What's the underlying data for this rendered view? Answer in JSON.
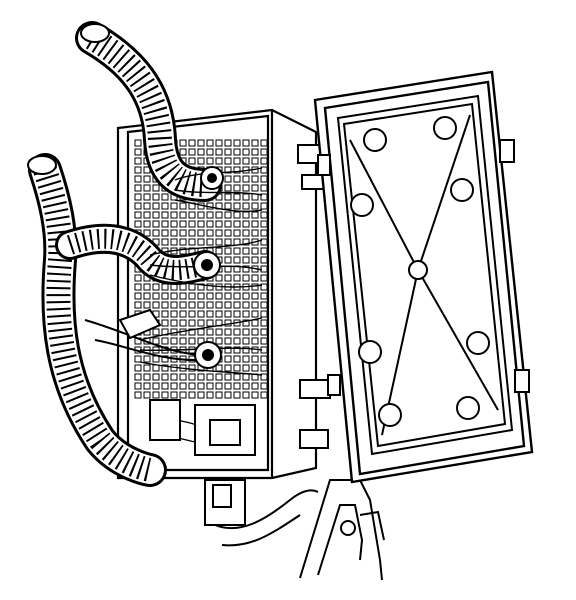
{
  "figure": {
    "style": "black line drawing on white background",
    "stroke_color": "#000000",
    "background_color": "#ffffff"
  },
  "drawing": {
    "components": [
      "wiring-harness-upper",
      "wiring-harness-lower",
      "harness-branch",
      "module-housing",
      "connector-grid",
      "bolt-upper",
      "bolt-middle",
      "bolt-lower",
      "cover-hinges",
      "hinged-cover",
      "cover-gasket",
      "cover-fastener-holes",
      "mounting-bracket",
      "mounting-stud"
    ],
    "cover_fastener_hole_count": 9
  }
}
